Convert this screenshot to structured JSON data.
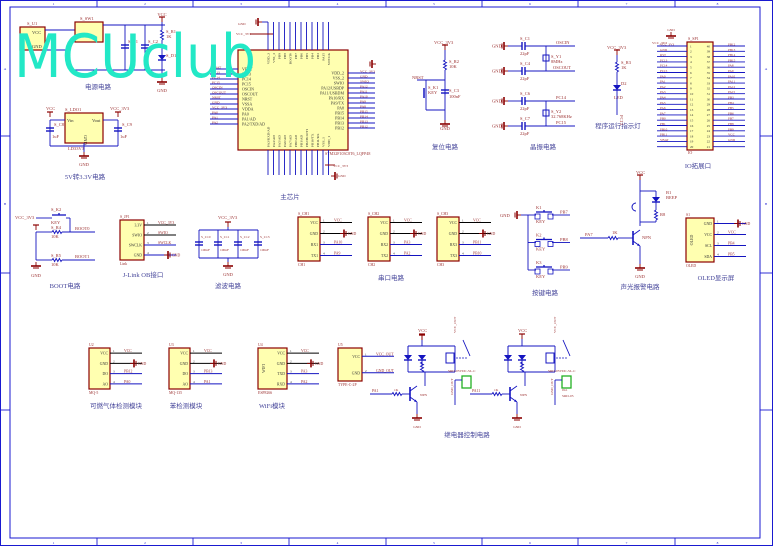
{
  "watermark": "MCUclub",
  "colors": {
    "wire": "#1414c0",
    "part": "#8b0000",
    "fill": "#ffffb0",
    "net": "#9b3030",
    "title": "#45459a",
    "watermark": "#22e8c6",
    "frame": "#1a1ad0"
  },
  "frame": {
    "columns": [
      "1",
      "2",
      "3",
      "4",
      "5",
      "6",
      "7",
      "8"
    ],
    "rows": [
      "A",
      "B"
    ]
  },
  "titles": {
    "power": "电源电路",
    "ldo": "5V转3.3V电路",
    "mcu": "主芯片",
    "reset": "复位电路",
    "crystal": "晶振电路",
    "indicator": "程序运行指示灯",
    "io": "IO拓展口",
    "boot": "BOOT电路",
    "jlink": "J-Link OB接口",
    "filter": "滤波电路",
    "uart": "串口电路",
    "keys": "按键电路",
    "alarm": "声光报警电路",
    "oled": "OLED显示屏",
    "gas": "可燃气体检测模块",
    "benzene": "苯检测模块",
    "wifi": "WiFi模块",
    "relay": "继电器控制电路"
  },
  "mcu": {
    "ref": "U1",
    "part": "STM32F103C8T6_LQFP48",
    "left": [
      "VBAT",
      "PC13",
      "PC14",
      "PC15",
      "OSCIN",
      "OSCOUT",
      "NRST",
      "VSSA",
      "VDDA",
      "PA0",
      "PA1/AD",
      "PA2/TXD/AD"
    ],
    "left_nets": [
      "VBAT",
      "PC13",
      "PC14",
      "PC15",
      "OSCIN",
      "OSCOUT",
      "NRST",
      "GND",
      "VCC_3V3",
      "PA0",
      "PA1",
      "PA2"
    ],
    "right": [
      "VDD_2",
      "VSS_2",
      "SWIO",
      "PA12/USBDP",
      "PA11/USBDM",
      "PA10/RX",
      "PA9/TX",
      "PA8",
      "PB15",
      "PB14",
      "PB13",
      "PB12"
    ],
    "right_nets": [
      "VCC_3V3",
      "GND",
      "SWIO",
      "PA12",
      "PA11",
      "PA10",
      "PA9",
      "PA8",
      "PB15",
      "PB14",
      "PB13",
      "PB12"
    ],
    "top": [
      "VDD_3",
      "VSS_3",
      "PB9",
      "PB8",
      "BOOT0",
      "PB7",
      "PB6",
      "PB5",
      "PB4",
      "PB3",
      "PA15",
      "SWCLK"
    ],
    "bottom": [
      "PA3/RXD/AD",
      "PA4/AD",
      "PA5/AD",
      "PA6/AD",
      "PA7/AD",
      "PB0/AD",
      "PB1/AD",
      "PB2/BOOT1",
      "PB10/TX",
      "PB11/RX",
      "VSS_1",
      "VDD_1"
    ],
    "top_nets": [
      "GND",
      "VCC_3V3"
    ],
    "bottom_nets": [
      "VCC_3V3",
      "GND"
    ]
  },
  "io": {
    "ref": "S_SP1",
    "part": "IO",
    "left_nets": [
      "VCC_3V3",
      "GND",
      "RST",
      "PC13",
      "PC14",
      "PC15",
      "PA0",
      "PA1",
      "PA2",
      "PA3",
      "PA4",
      "PA5",
      "PA6",
      "PA7",
      "PB0",
      "PB1",
      "PB10",
      "PB11",
      "VBAT",
      ""
    ],
    "right_nets": [
      "PB12",
      "PB13",
      "PB14",
      "PB15",
      "PA8",
      "PA9",
      "PA10",
      "PA11",
      "PA12",
      "PA15",
      "PB3",
      "PB4",
      "PB5",
      "PB6",
      "PB7",
      "PB8",
      "PB9",
      "VCC",
      "GND",
      ""
    ],
    "gnd": "GND",
    "vcc": "VCC_3V3"
  },
  "modules": [
    {
      "key": "jlink",
      "ref": "S_JP1",
      "part": "Link",
      "pins": [
        "3.3V",
        "SWIO",
        "SWCLK",
        "GND"
      ],
      "nums": [
        "1",
        "2",
        "3",
        "4"
      ],
      "nets": [
        "VCC_3V3",
        "SWIO",
        "SWCLK",
        "GND"
      ]
    },
    {
      "key": "ch1",
      "ref": "S_CH1",
      "part": "CH1",
      "pins": [
        "VCC",
        "GND",
        "RX1",
        "TX1"
      ],
      "nums": [
        "1",
        "2",
        "3",
        "4"
      ],
      "nets": [
        "VCC",
        "GND",
        "PA10",
        "PA9"
      ]
    },
    {
      "key": "ch2",
      "ref": "S_CH2",
      "part": "CH2",
      "pins": [
        "VCC",
        "GND",
        "RX2",
        "TX2"
      ],
      "nums": [
        "1",
        "2",
        "3",
        "4"
      ],
      "nets": [
        "VCC",
        "GND",
        "PA3",
        "PA2"
      ]
    },
    {
      "key": "ch3",
      "ref": "S_CH3",
      "part": "CH3",
      "pins": [
        "VCC",
        "GND",
        "RX3",
        "TX3"
      ],
      "nums": [
        "1",
        "2",
        "3",
        "4"
      ],
      "nets": [
        "VCC",
        "GND",
        "PB11",
        "PB10"
      ]
    },
    {
      "key": "oled",
      "ref": "S1",
      "part": "OLED",
      "pins": [
        "GND",
        "VCC",
        "SCL",
        "SDA"
      ],
      "nums": [
        "1",
        "2",
        "3",
        "4"
      ],
      "nets": [
        "GND",
        "VCC",
        "PB4",
        "PB5"
      ],
      "inner": "OLED"
    },
    {
      "key": "mq5",
      "ref": "U2",
      "part": "MQ-5",
      "pins": [
        "VCC",
        "GND",
        "DO",
        "AO"
      ],
      "nums": [
        "1",
        "2",
        "3",
        "4"
      ],
      "nets": [
        "VCC",
        "GND",
        "PB12",
        "PA0"
      ]
    },
    {
      "key": "mq135",
      "ref": "U3",
      "part": "MQ-135",
      "pins": [
        "VCC",
        "GND",
        "DO",
        "AO"
      ],
      "nums": [
        "1",
        "2",
        "3",
        "4"
      ],
      "nets": [
        "VCC",
        "GND",
        "PB13",
        "PA1"
      ]
    },
    {
      "key": "esp",
      "ref": "U4",
      "part": "ESP8266",
      "pins": [
        "VCC",
        "GND",
        "TXD",
        "RXD"
      ],
      "nums": [
        "1",
        "2",
        "3",
        "4"
      ],
      "nets": [
        "VCC",
        "GND",
        "PA3",
        "PA2"
      ],
      "inner": "WIFI"
    },
    {
      "key": "typec",
      "ref": "U5",
      "part": "TYPE-C-2P",
      "pins": [
        "VCC",
        "GND"
      ],
      "nums": [
        "1",
        "2"
      ],
      "nets": [
        "VCC_OUT",
        "GND_OUT"
      ]
    }
  ],
  "labels": {
    "u1_ref": "S_U1",
    "u1_vcc": "VCC",
    "u1_gnd": "GND",
    "sw1_ref": "S_SW1",
    "pw_vcc": "VCC",
    "pw_r1": "S_R1",
    "pw_1k": "1K",
    "pw_d1": "S_D1",
    "pw_gnd": "GND",
    "pw_c1": "S_C1",
    "pw_c2": "S_C2",
    "ldo_ref": "S_LDO1",
    "ldo_vin": "Vin",
    "ldo_vout": "Vout",
    "ldo_gnd": "GND",
    "ldo_part": "LD33V3",
    "ldo_vcc": "VCC",
    "ldo_v33": "VCC_3V3",
    "ldo_c8": "S_C8",
    "ldo_c9": "S_C9",
    "ldo_cv": "1uF",
    "ldo_cv2": "1uF",
    "ldo_gnd2": "GND",
    "rs_vcc": "VCC_3V3",
    "rs_r2": "S_R2",
    "rs_10k": "10K",
    "rs_k1": "S_K1",
    "rs_key": "KEY",
    "rs_c3": "S_C3",
    "rs_100n": "100nF",
    "rs_gnd": "GND",
    "rs_nrst": "NRST",
    "xt_c1": "S_C1",
    "xt_c4": "S_C4",
    "xt_c6": "S_C6",
    "xt_c7": "S_C7",
    "xt_22a": "22pF",
    "xt_22b": "22pF",
    "xt_22c": "22pF",
    "xt_22d": "22pF",
    "xt_oscin": "OSCIN",
    "xt_oscout": "OSCOUT",
    "xt_y1": "S_Y1",
    "xt_8m": "8MHz",
    "xt_y2": "S_Y2",
    "xt_32k": "32.768KHz",
    "xt_pc14": "PC14",
    "xt_pc15": "PC15",
    "xt_g1": "GND",
    "xt_g2": "GND",
    "xt_g3": "GND",
    "xt_g4": "GND",
    "ind_vcc": "VCC_3V3",
    "ind_r3": "S_R3",
    "ind_1k": "1K",
    "ind_d2": "D2",
    "ind_led": "LED",
    "ind_pc13": "PC13",
    "bt_vcc": "VCC_3V3",
    "bt_k2": "S_K2",
    "bt_key": "KEY",
    "bt_r4": "S_R4",
    "bt_10k": "10K",
    "bt_boot0": "BOOT0",
    "bt_r5": "S_R5",
    "bt_10k2": "10K",
    "bt_boot1": "BOOT1",
    "bt_gnd": "GND",
    "fl_vcc": "VCC_3V3",
    "fl_c10": "S_C10",
    "fl_c11": "S_C11",
    "fl_c12": "S_C12",
    "fl_c13": "S_C13",
    "fl_100n": "100nF",
    "fl_gnd": "GND",
    "ky_gnd": "GND",
    "ky_k1": "K1",
    "ky_k2": "K2",
    "ky_k3": "K3",
    "ky_key": "KEY",
    "ky_pb7": "PB7",
    "ky_pb8": "PB8",
    "ky_pb9": "PB9",
    "al_vcc": "VCC",
    "al_b1": "B1",
    "al_beep": "BEEP",
    "al_r8": "R8",
    "al_pa7": "PA7",
    "al_1k": "1K",
    "al_npn": "NPN",
    "al_gnd": "GND",
    "rl_vcc": "VCC",
    "rl_vccout": "VCC_OUT",
    "rl_gndout": "GND_OUT",
    "rl_pa1": "PA1",
    "rl_pa11": "PA11",
    "rl_1k": "1K",
    "rl_npn": "NPN",
    "rl_gnd": "GND",
    "rl_srd": "SRD-05VDC-SL-C",
    "rl_jk1": "JK1",
    "rl_srd05": "SRD-05"
  }
}
